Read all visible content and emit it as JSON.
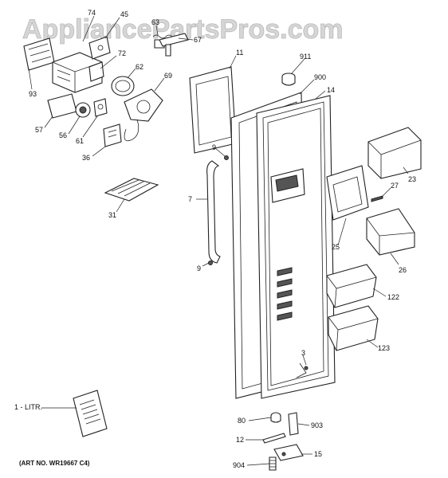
{
  "watermark": "AppliancePartsPros.com",
  "art_number": "(ART NO. WR19667 C4)",
  "callouts": [
    {
      "id": "c74",
      "label": "74"
    },
    {
      "id": "c45",
      "label": "45"
    },
    {
      "id": "c63",
      "label": "63"
    },
    {
      "id": "c67",
      "label": "67"
    },
    {
      "id": "c72",
      "label": "72"
    },
    {
      "id": "c62",
      "label": "62"
    },
    {
      "id": "c69",
      "label": "69"
    },
    {
      "id": "c93",
      "label": "93"
    },
    {
      "id": "c57",
      "label": "57"
    },
    {
      "id": "c56",
      "label": "56"
    },
    {
      "id": "c61",
      "label": "61"
    },
    {
      "id": "c36",
      "label": "36"
    },
    {
      "id": "c11",
      "label": "11"
    },
    {
      "id": "c911",
      "label": "911"
    },
    {
      "id": "c900",
      "label": "900"
    },
    {
      "id": "c14",
      "label": "14"
    },
    {
      "id": "c9a",
      "label": "9"
    },
    {
      "id": "c7",
      "label": "7"
    },
    {
      "id": "c9b",
      "label": "9"
    },
    {
      "id": "c31",
      "label": "31"
    },
    {
      "id": "c23",
      "label": "23"
    },
    {
      "id": "c27",
      "label": "27"
    },
    {
      "id": "c25",
      "label": "25"
    },
    {
      "id": "c26",
      "label": "26"
    },
    {
      "id": "c122",
      "label": "122"
    },
    {
      "id": "c123",
      "label": "123"
    },
    {
      "id": "c3",
      "label": "3"
    },
    {
      "id": "c1",
      "label": "1 - LITR."
    },
    {
      "id": "c80",
      "label": "80"
    },
    {
      "id": "c903",
      "label": "903"
    },
    {
      "id": "c12",
      "label": "12"
    },
    {
      "id": "c15",
      "label": "15"
    },
    {
      "id": "c904",
      "label": "904"
    }
  ]
}
